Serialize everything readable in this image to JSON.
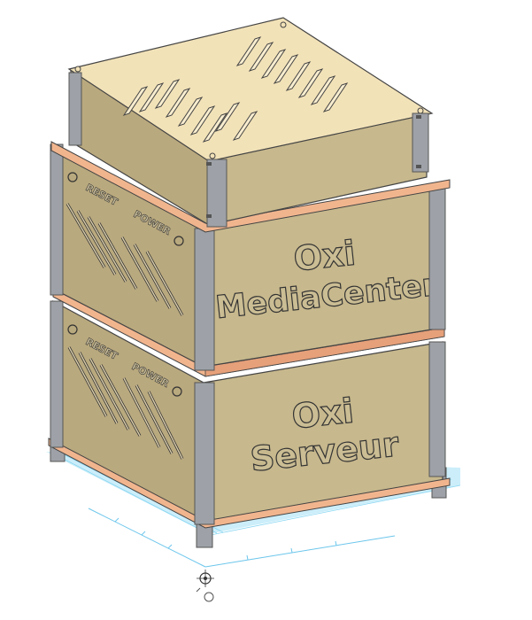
{
  "scene": {
    "box_top": {
      "label_line1": "Oxi",
      "label_line2": "MediaCenter",
      "side_labels": [
        "RESET",
        "POWER"
      ]
    },
    "box_bottom": {
      "label_line1": "Oxi",
      "label_line2": "Serveur",
      "side_labels": [
        "RESET",
        "POWER"
      ]
    }
  },
  "colors": {
    "panel_face": "#c7b88d",
    "panel_top": "#f2e2b8",
    "panel_side": "#b9a97e",
    "spacer": "#f1b58e",
    "frame": "#9ea2a8",
    "frame_dark": "#767a81",
    "grid": "#7fd3f1",
    "grid_edge": "#2aa7d8"
  },
  "icons": {
    "origin_marker": "crosshair-circle-icon"
  }
}
